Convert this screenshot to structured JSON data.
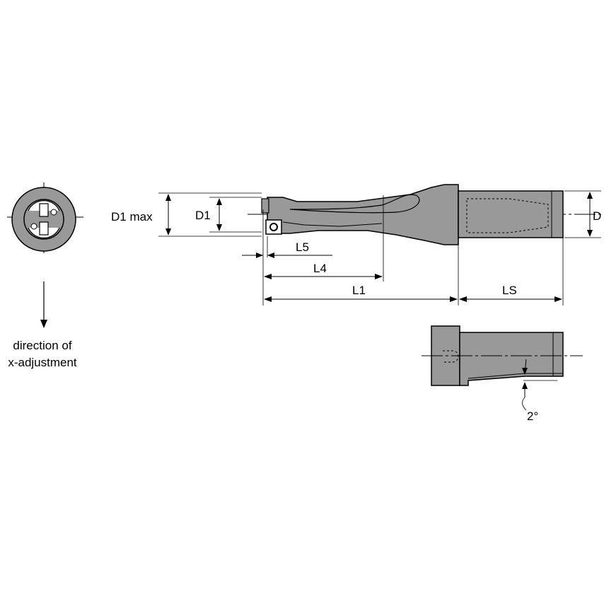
{
  "labels": {
    "d1max": "D1 max",
    "d1": "D1",
    "d": "D",
    "l5": "L5",
    "l4": "L4",
    "l1": "L1",
    "ls": "LS",
    "angle": "2°",
    "direction_line1": "direction of",
    "direction_line2": "x-adjustment"
  },
  "colors": {
    "body_fill": "#999999",
    "outline": "#000000",
    "background": "#ffffff"
  }
}
